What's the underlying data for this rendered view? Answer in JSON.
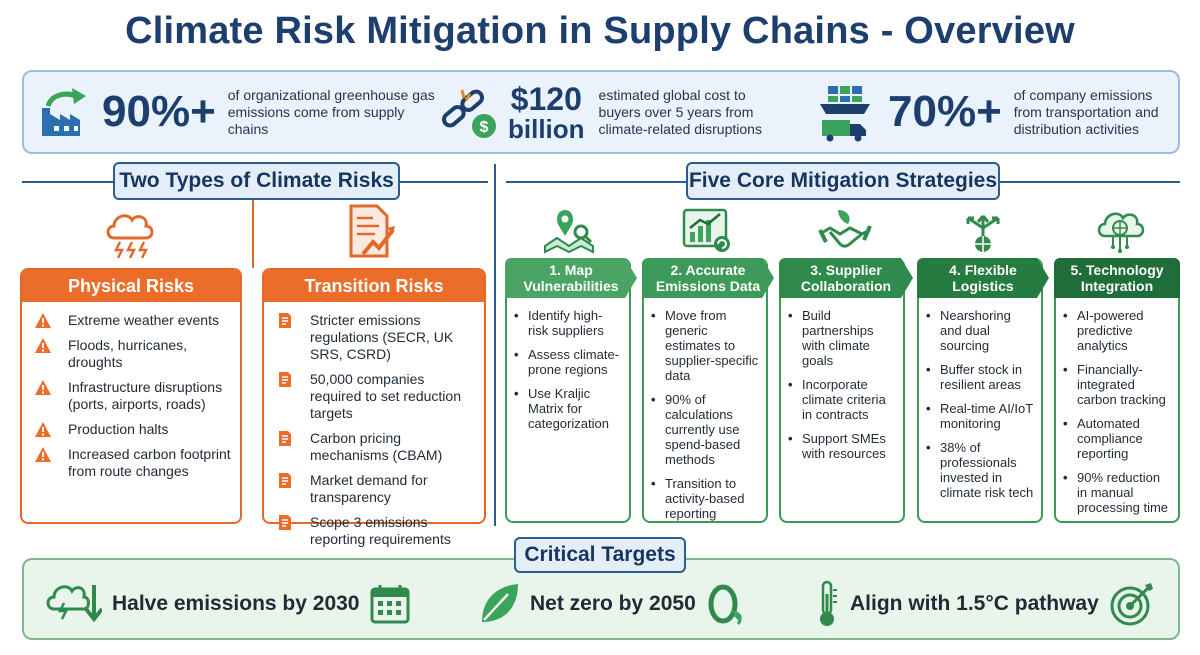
{
  "title": "Climate Risk Mitigation in Supply Chains - Overview",
  "stats": [
    {
      "value": "90%+",
      "desc": "of organizational greenhouse gas emissions come from supply chains",
      "icon": "factory-emissions-icon"
    },
    {
      "value_line1": "$120",
      "value_line2": "billion",
      "desc": "estimated global cost to buyers over 5 years from climate-related disruptions",
      "icon": "broken-chain-dollar-icon"
    },
    {
      "value": "70%+",
      "desc": "of company emissions from transportation and distribution activities",
      "icon": "ship-truck-icon"
    }
  ],
  "risks_section": {
    "title": "Two Types of Climate Risks",
    "physical": {
      "title": "Physical Risks",
      "icon": "storm-cloud-icon",
      "items": [
        "Extreme weather events",
        "Floods, hurricanes, droughts",
        "Infrastructure disruptions (ports, airports, roads)",
        "Production halts",
        "Increased carbon footprint from route changes"
      ]
    },
    "transition": {
      "title": "Transition Risks",
      "icon": "document-chart-icon",
      "items": [
        "Stricter emissions regulations (SECR, UK SRS, CSRD)",
        "50,000 companies required to set reduction targets",
        "Carbon pricing mechanisms (CBAM)",
        "Market demand for transparency",
        "Scope 3 emissions reporting requirements"
      ]
    }
  },
  "strategies_section": {
    "title": "Five Core Mitigation Strategies",
    "strategies": [
      {
        "title_1": "1. Map",
        "title_2": "Vulnerabilities",
        "icon": "map-search-icon",
        "color": "#4aa564",
        "items": [
          "Identify high-risk suppliers",
          "Assess climate-prone regions",
          "Use Kraljic Matrix for categorization"
        ]
      },
      {
        "title_1": "2. Accurate",
        "title_2": "Emissions Data",
        "icon": "data-chart-icon",
        "color": "#3e9a5a",
        "items": [
          "Move from generic estimates to supplier-specific data",
          "90% of calculations currently use spend-based methods",
          "Transition to activity-based reporting"
        ]
      },
      {
        "title_1": "3. Supplier",
        "title_2": "Collaboration",
        "icon": "handshake-icon",
        "color": "#2f8a4c",
        "items": [
          "Build partnerships with climate goals",
          "Incorporate climate criteria in contracts",
          "Support SMEs with resources"
        ]
      },
      {
        "title_1": "4. Flexible",
        "title_2": "Logistics",
        "icon": "route-arrows-icon",
        "color": "#267b41",
        "items": [
          "Nearshoring and dual sourcing",
          "Buffer stock in resilient areas",
          "Real-time AI/IoT monitoring",
          "38% of professionals invested in climate risk tech"
        ]
      },
      {
        "title_1": "5. Technology",
        "title_2": "Integration",
        "icon": "brain-cloud-icon",
        "color": "#1f6d39",
        "items": [
          "AI-powered predictive analytics",
          "Financially-integrated carbon tracking",
          "Automated compliance reporting",
          "90% reduction in manual processing time"
        ]
      }
    ]
  },
  "targets": {
    "title": "Critical Targets",
    "items": [
      {
        "label": "Halve emissions by 2030",
        "icon_left": "cloud-down-arrow-icon",
        "icon_right": "calendar-icon"
      },
      {
        "label": "Net zero by 2050",
        "icon_left": "leaf-icon",
        "icon_right": "net-zero-icon"
      },
      {
        "label": "Align with 1.5°C pathway",
        "icon_left": "thermometer-icon",
        "icon_right": "target-icon"
      }
    ]
  },
  "colors": {
    "navy": "#1d3f6e",
    "orange": "#ec6d2a",
    "green": "#2f8a4c"
  }
}
